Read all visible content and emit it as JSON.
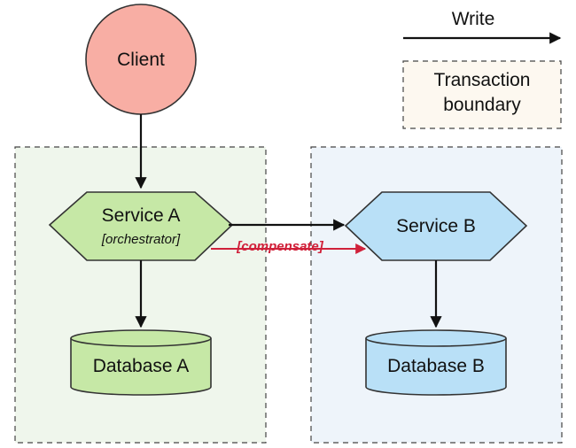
{
  "legend": {
    "write_label": "Write",
    "transaction_boundary_line1": "Transaction",
    "transaction_boundary_line2": "boundary"
  },
  "nodes": {
    "client": "Client",
    "service_a": "Service A",
    "service_a_role": "[orchestrator]",
    "service_b": "Service B",
    "database_a": "Database A",
    "database_b": "Database B"
  },
  "edges": {
    "compensate_label": "[compensate]"
  },
  "colors": {
    "client_fill": "#f8aea4",
    "service_a_fill": "#c6e8a6",
    "database_a_fill": "#c6e8a6",
    "service_b_fill": "#b9e0f7",
    "database_b_fill": "#b9e0f7",
    "boundary_a_fill": "#eff6ec",
    "boundary_b_fill": "#eef4fa",
    "legend_boundary_fill": "#fdf8f0",
    "compensate_color": "#d0213a",
    "write_color": "#111111"
  }
}
